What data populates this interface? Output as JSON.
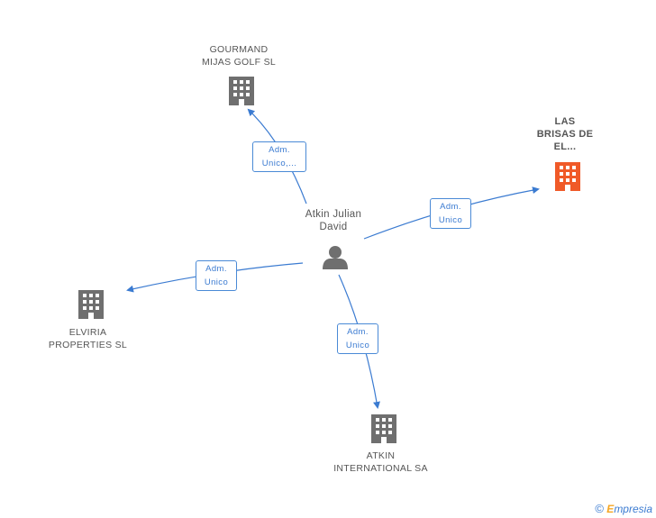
{
  "person": {
    "name": "Atkin Julian\nDavid"
  },
  "companies": {
    "gourmand": {
      "name": "GOURMAND\nMIJAS GOLF SL",
      "icon": "building-icon"
    },
    "las_brisas": {
      "name": "LAS\nBRISAS DE\nEL...",
      "icon": "building-icon",
      "color": "#f05a28"
    },
    "elviria": {
      "name": "ELVIRIA\nPROPERTIES  SL",
      "icon": "building-icon"
    },
    "atkin": {
      "name": "ATKIN\nINTERNATIONAL SA",
      "icon": "building-icon"
    }
  },
  "edges": {
    "gourmand": "Adm.\nUnico,...",
    "las_brisas": "Adm.\nUnico",
    "elviria": "Adm.\nUnico",
    "atkin": "Adm.\nUnico"
  },
  "colors": {
    "edge": "#3b7bd1",
    "building": "#6f6f6f",
    "highlight": "#f05a28"
  },
  "brand": {
    "copyright": "©",
    "first_letter": "E",
    "rest": "mpresia"
  }
}
